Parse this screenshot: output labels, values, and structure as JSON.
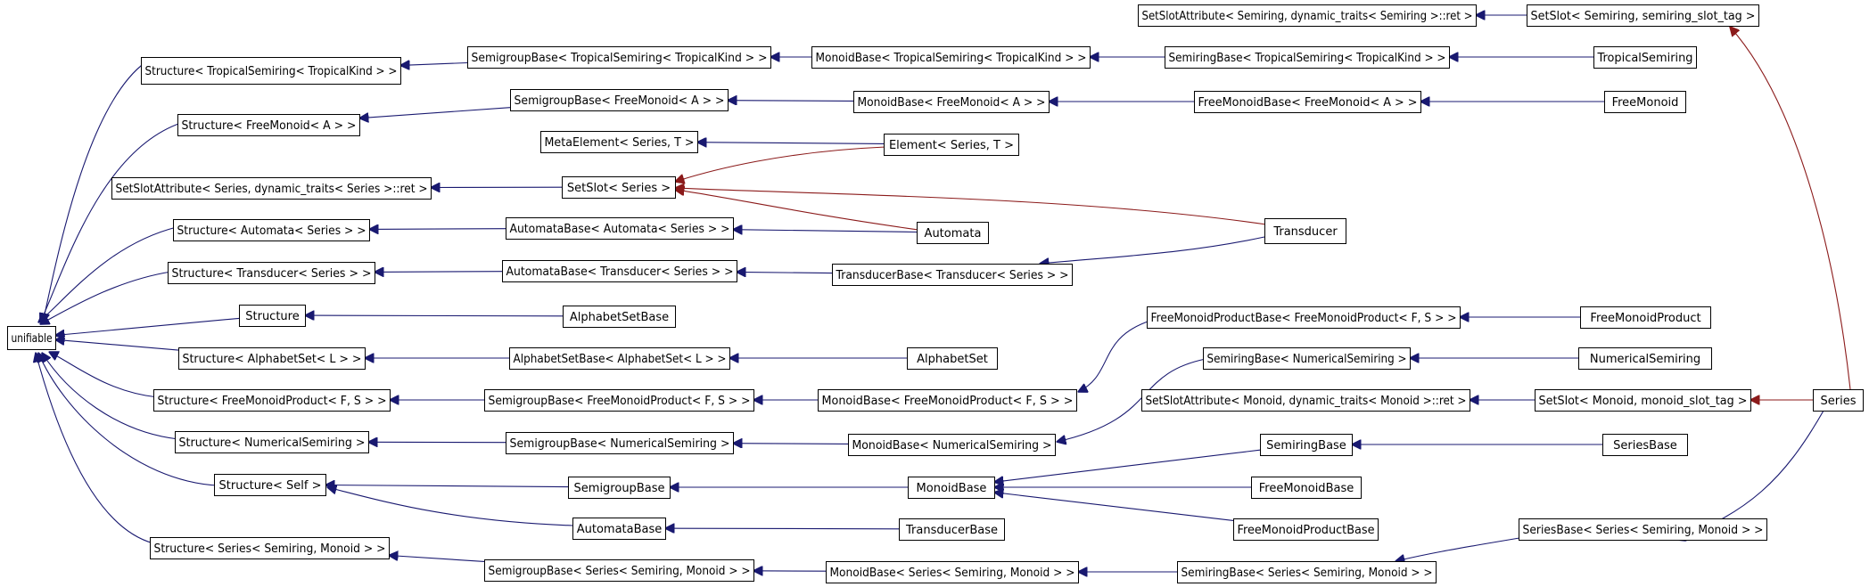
{
  "colors": {
    "inherit": "#191970",
    "usage": "#8b1a1a",
    "node_border": "#000000",
    "background": "#ffffff"
  },
  "nodes": {
    "n0": "unifiable",
    "n1": "Structure< TropicalSemiring< TropicalKind > >",
    "n2": "Structure< FreeMonoid< A > >",
    "n3": "SetSlotAttribute< Series, dynamic_traits< Series >::ret >",
    "n4": "Structure< Automata< Series > >",
    "n5": "Structure< Transducer< Series > >",
    "n6": "Structure",
    "n7": "Structure< AlphabetSet< L > >",
    "n8": "Structure< FreeMonoidProduct< F, S > >",
    "n9": "Structure< NumericalSemiring >",
    "n10": "Structure< Self >",
    "n11": "Structure< Series< Semiring, Monoid > >",
    "n12": "SemigroupBase< TropicalSemiring< TropicalKind > >",
    "n13": "SemigroupBase< FreeMonoid< A > >",
    "n14": "MetaElement< Series, T >",
    "n15": "SetSlot< Series >",
    "n16": "AutomataBase< Automata< Series > >",
    "n17": "AutomataBase< Transducer< Series > >",
    "n18": "AlphabetSetBase",
    "n19": "AlphabetSetBase< AlphabetSet< L > >",
    "n20": "SemigroupBase< FreeMonoidProduct< F, S > >",
    "n21": "SemigroupBase< NumericalSemiring >",
    "n22": "SemigroupBase",
    "n23": "AutomataBase",
    "n24": "SemigroupBase< Series< Semiring, Monoid > >",
    "n25": "MonoidBase< TropicalSemiring< TropicalKind > >",
    "n26": "MonoidBase< FreeMonoid< A > >",
    "n27": "Element< Series, T >",
    "n28": "Automata",
    "n29": "TransducerBase< Transducer< Series > >",
    "n30": "AlphabetSet",
    "n31": "MonoidBase< FreeMonoidProduct< F, S > >",
    "n32": "MonoidBase< NumericalSemiring >",
    "n33": "MonoidBase",
    "n34": "TransducerBase",
    "n35": "MonoidBase< Series< Semiring, Monoid > >",
    "n36": "SetSlotAttribute< Semiring, dynamic_traits< Semiring >::ret >",
    "n37": "SemiringBase< TropicalSemiring< TropicalKind > >",
    "n38": "FreeMonoidBase< FreeMonoid< A > >",
    "n39": "FreeMonoidProductBase< FreeMonoidProduct< F, S > >",
    "n40": "SemiringBase< NumericalSemiring >",
    "n41": "SetSlotAttribute< Monoid, dynamic_traits< Monoid >::ret >",
    "n42": "SemiringBase",
    "n43": "FreeMonoidBase",
    "n44": "FreeMonoidProductBase",
    "n45": "SemiringBase< Series< Semiring, Monoid > >",
    "n46": "SetSlot< Semiring, semiring_slot_tag >",
    "n47": "TropicalSemiring",
    "n48": "FreeMonoid",
    "n49": "Transducer",
    "n50": "FreeMonoidProduct",
    "n51": "NumericalSemiring",
    "n52": "SetSlot< Monoid, monoid_slot_tag >",
    "n53": "SeriesBase",
    "n54": "SeriesBase< Series< Semiring, Monoid > >",
    "n55": "Series"
  }
}
